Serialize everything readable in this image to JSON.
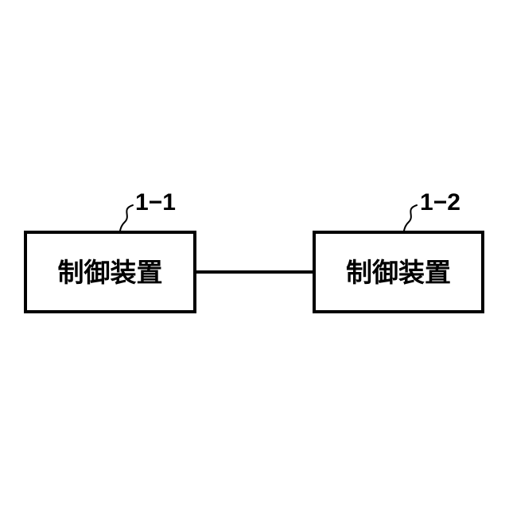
{
  "figure": {
    "colors": {
      "ink": "#000000",
      "paper": "#ffffff"
    },
    "nodes": [
      {
        "id": "1-1",
        "label": "制御装置",
        "ref_label": "1−1"
      },
      {
        "id": "1-2",
        "label": "制御装置",
        "ref_label": "1−2"
      }
    ],
    "connection": {
      "from": "1-1",
      "to": "1-2",
      "style": "solid-line"
    }
  }
}
